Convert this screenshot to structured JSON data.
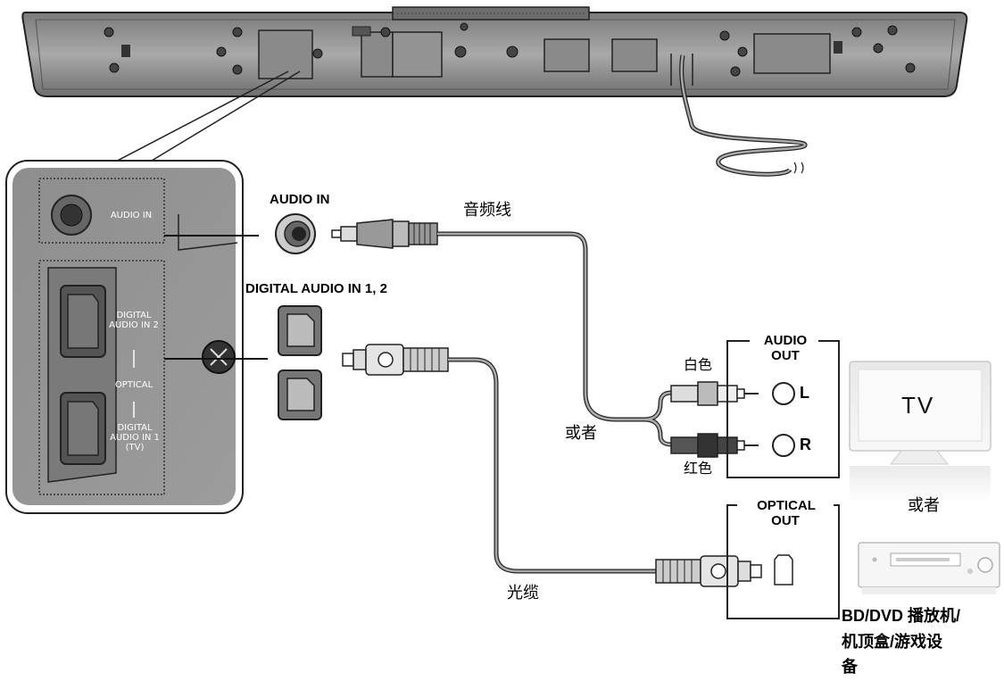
{
  "inset_panel": {
    "audio_in_label": "AUDIO IN",
    "digital_audio_in_2_label": "DIGITAL AUDIO IN 2",
    "optical_label": "OPTICAL",
    "digital_audio_in_1_label": "DIGITAL AUDIO IN 1 (TV)"
  },
  "ports": {
    "audio_in": "AUDIO IN",
    "digital_audio_in": "DIGITAL AUDIO IN 1, 2"
  },
  "cables": {
    "audio_cable": "音频线",
    "optical_cable": "光缆",
    "or_middle": "或者"
  },
  "audio_out_box": {
    "title_line1": "AUDIO",
    "title_line2": "OUT",
    "white_label": "白色",
    "red_label": "红色",
    "left_channel": "L",
    "right_channel": "R"
  },
  "optical_out_box": {
    "title_line1": "OPTICAL",
    "title_line2": "OUT"
  },
  "devices": {
    "tv": "TV",
    "or_devices": "或者",
    "player_line1": "BD/DVD 播放机/",
    "player_line2": "机顶盒/游戏设",
    "player_line3": "备"
  }
}
